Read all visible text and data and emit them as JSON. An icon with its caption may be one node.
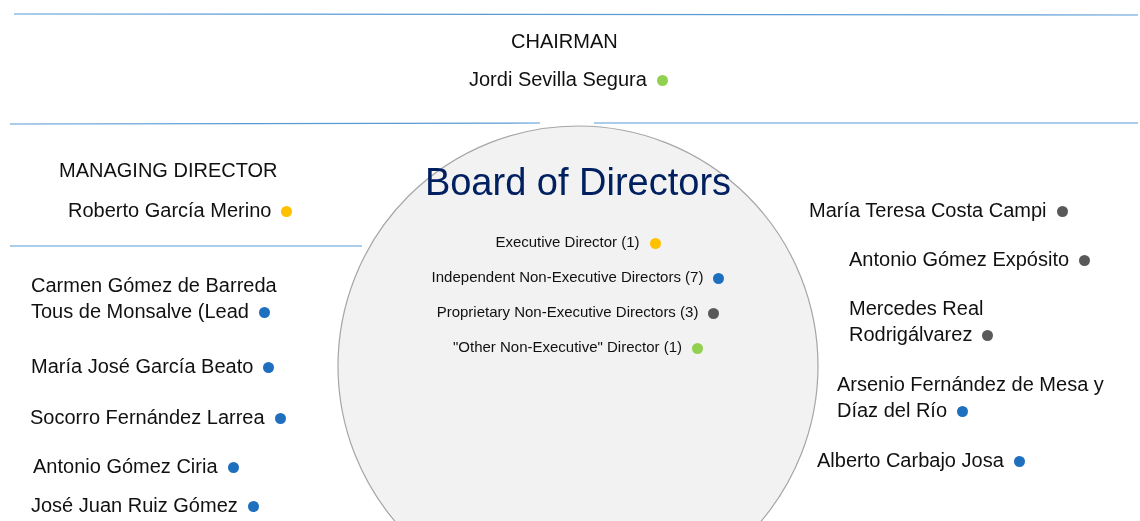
{
  "diagram": {
    "nodes": [
      {
        "text": [
          "Board of Directors"
        ]
      }
    ],
    "labels": [
      "CHAIRMAN",
      "Jordi Sevilla Segura",
      "MANAGING DIRECTOR",
      "Roberto García Merino",
      "María Teresa Costa Campi",
      "Antonio Gómez Expósito",
      "Mercedes Real Rodrigálvarez",
      "Arsenio Fernández de Mesa y Díaz del Río",
      "Alberto Carbajo Josa",
      "Carmen Gómez de Barreda Tous de Monsalve (Lead",
      "María José García Beato",
      "Socorro Fernández Larrea",
      "Antonio Gómez Ciria",
      "José Juan Ruiz Gómez"
    ],
    "legend": [
      {
        "text": "Executive Director (1)",
        "color": "#ffc000"
      },
      {
        "text": "Independent Non-Executive Directors (7)",
        "color": "#1f6fbf"
      },
      {
        "text": "Proprietary Non-Executive Directors (3)",
        "color": "#595959"
      },
      {
        "text": "\"Other Non-Executive\" Director (1)",
        "color": "#92d050"
      }
    ]
  }
}
